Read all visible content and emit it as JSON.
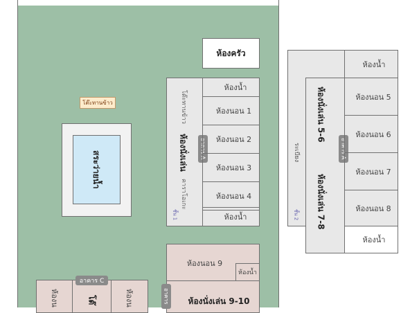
{
  "site": {
    "kitchen": "ห้องครัว",
    "dining_table": "โต๊ะทานข้าว",
    "pool": "สระว่ายน้ำ"
  },
  "building_a1": {
    "dining_area": "โต๊ะทานข้าว",
    "living_room": "ห้องนั่งเล่น",
    "karaoke": "คาราโอเกะ",
    "floor": "ชั้น 1",
    "tag": "อาคาร A",
    "rooms": [
      "ห้องน้ำ",
      "ห้องนอน 1",
      "ห้องนอน 2",
      "ห้องนอน 3",
      "ห้องนอน 4",
      "ห้องน้ำ"
    ]
  },
  "building_a2": {
    "balcony": "ระเบียง",
    "living_room_top": "ห้องนั่งเล่น 5-6",
    "living_room_bottom": "ห้องนั่งเล่น 7-8",
    "floor": "ชั้น 2",
    "tag": "อาคาร A",
    "rooms": [
      "ห้องน้ำ",
      "ห้องนอน 5",
      "ห้องนอน 6",
      "ห้องนอน 7",
      "ห้องนอน 8",
      "ห้องน้ำ"
    ]
  },
  "building_b": {
    "bedroom": "ห้องนอน 9",
    "bathroom": "ห้องน้ำ",
    "living_room": "ห้องนั่งเล่น 9-10",
    "tag": "อาคาร"
  },
  "building_c": {
    "tag": "อาคาร C",
    "left_room": "ห้องน",
    "middle": "โต๊",
    "right_room": "ห้องน"
  }
}
